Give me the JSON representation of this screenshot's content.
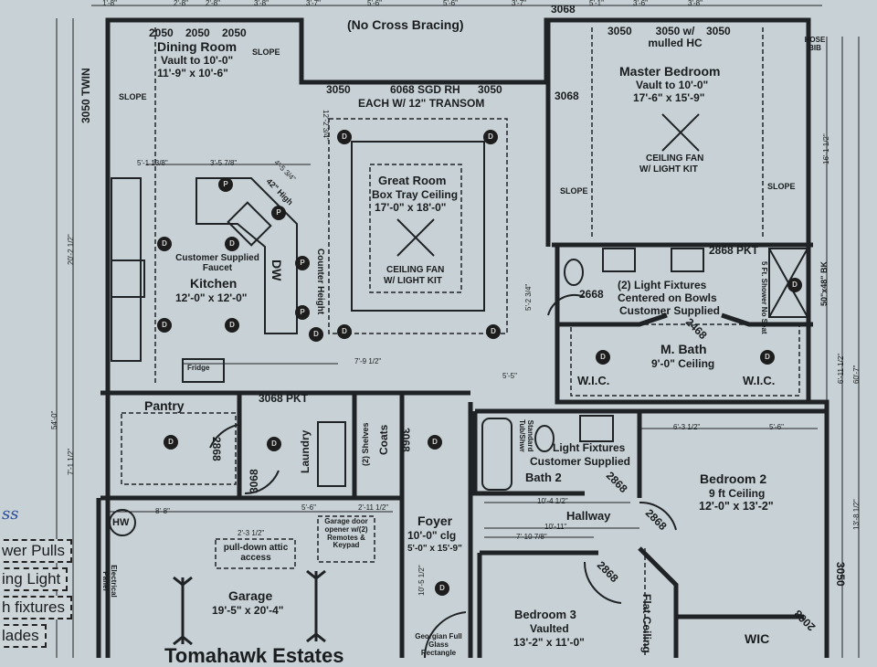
{
  "top_note": "(No Cross Bracing)",
  "windows": {
    "dining": [
      "2050",
      "2050",
      "2050"
    ],
    "great_room_left": "3050",
    "great_room_door": "6068 SGD RH",
    "great_room_right": "3050",
    "great_room_transom": "EACH W/ 12\" TRANSOM",
    "master_left": "3050",
    "master_center": "3050 w/ mulled HC",
    "master_right": "3050",
    "left_twin": "3050 TWIN",
    "bedroom2_right": "3050"
  },
  "doors": {
    "master_entry": "3068",
    "master_top": "3068",
    "mbath_toilet": "2668",
    "mbath_wic": "2468",
    "mbath_shower_pkt": "2868 PKT",
    "laundry_pkt": "3068 PKT",
    "pantry": "2868",
    "garage": "3068",
    "coats": "3068",
    "bath2": "2868",
    "bedroom2": "2868",
    "bedroom3": "2868",
    "wic": "2068"
  },
  "rooms": {
    "dining": {
      "name": "Dining Room",
      "ceiling": "Vault to 10'-0\"",
      "size": "11'-9\" x 10'-6\""
    },
    "great": {
      "name": "Great Room",
      "ceiling": "Box Tray Ceiling",
      "size": "17'-0\" x 18'-0\""
    },
    "master": {
      "name": "Master Bedroom",
      "ceiling": "Vault to 10'-0\"",
      "size": "17'-6\" x 15'-9\""
    },
    "kitchen": {
      "name": "Kitchen",
      "size": "12'-0\" x 12'-0\""
    },
    "mbath": {
      "name": "M. Bath",
      "ceiling": "9'-0\" Ceiling"
    },
    "wic_left": {
      "name": "W.I.C."
    },
    "wic_right": {
      "name": "W.I.C."
    },
    "pantry": {
      "name": "Pantry"
    },
    "laundry": {
      "name": "Laundry"
    },
    "coats": {
      "name": "Coats",
      "shelves": "(2) Shelves"
    },
    "garage": {
      "name": "Garage",
      "size": "19'-5\" x 20'-4\""
    },
    "foyer": {
      "name": "Foyer",
      "ceiling": "10'-0\" clg",
      "size": "5'-0\" x 15'-9\""
    },
    "bath2": {
      "name": "Bath 2",
      "tub": "Standard Tub/Shwr"
    },
    "hallway": {
      "name": "Hallway"
    },
    "bedroom2": {
      "name": "Bedroom 2",
      "ceiling": "9 ft Ceiling",
      "size": "12'-0\" x 13'-2\""
    },
    "bedroom3": {
      "name": "Bedroom 3",
      "ceiling": "Vaulted",
      "size": "13'-2\" x 11'-0\""
    },
    "wic": {
      "name": "WIC"
    }
  },
  "notes": {
    "slope": "SLOPE",
    "fan": "CEILING FAN",
    "fan_kit": "W/ LIGHT KIT",
    "mbath_lights": "(2) Light Fixtures",
    "mbath_lights2": "Centered on Bowls",
    "customer_supplied": "Customer Supplied",
    "bath2_lights": "Light Fixtures",
    "faucet": "Customer Supplied Faucet",
    "high": "42\" High",
    "counter": "Counter Height",
    "dw": "DW",
    "fridge": "Fridge",
    "hw": "HW",
    "panel": "Electrical Panel",
    "attic": "pull-down attic access",
    "opener": "Garage door opener w/(2) Remotes & Keypad",
    "georgian": "Georgian Full Glass Rectangle",
    "flat": "Flat Ceiling",
    "hose": "HOSE BIB",
    "shower": "5 Ft. Shower No Seat",
    "shower_size": "50\"x48\" BK",
    "estates": "Tomahawk Estates",
    "downlight": "D",
    "pendant": "P"
  },
  "dimensions": {
    "top": [
      "1'-8\"",
      "2'-8\"",
      "2'-8\"",
      "3'-8\"",
      "3'-7\"",
      "5'-6\"",
      "5'-6\"",
      "3'-7\"",
      "3'-6\"",
      "3'-8\"",
      "5'-1\""
    ],
    "kitchen_a": "5'-1 13/8\"",
    "kitchen_b": "3'-5 7/8\"",
    "kitchen_c": "4'-5 3/4\"",
    "great_bottom": "7'-9 1/2\"",
    "garage_a": "8'-8\"",
    "garage_b": "5'-6\"",
    "garage_c": "2'-11 1/2\"",
    "attic": "2'-3 1/2\"",
    "hall_a": "10'-4 1/2\"",
    "hall_b": "10'-11\"",
    "hall_c": "7'-10 7/8\"",
    "br2_a": "6'-3 1/2\"",
    "br2_b": "5'-6\"",
    "left_total": "54'-0\"",
    "left_a": "20'-2 1/2\"",
    "left_b": "7'-1 1/2\"",
    "right_a": "16'-1 1/2\"",
    "right_b": "6'-11 1/2\"",
    "right_c": "13'-8 1/2\"",
    "right_total": "60'-7\"",
    "mid_a": "12'-2 3/4\"",
    "mid_b": "5'-2 3/4\"",
    "mid_c": "5'-5\"",
    "foyer_a": "10'-5 1/2\""
  },
  "legend": [
    "wer Pulls",
    "ing Light",
    "h fixtures",
    "lades"
  ],
  "handwriting": "ss"
}
